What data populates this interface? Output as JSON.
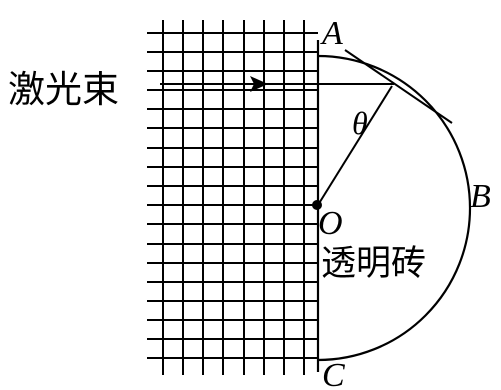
{
  "labels": {
    "laser_beam": "激光束",
    "point_a": "A",
    "point_b": "B",
    "point_c": "C",
    "point_o": "O",
    "angle_theta": "θ",
    "glass_brick": "透明砖"
  },
  "colors": {
    "ink": "#000000",
    "background": "#ffffff"
  }
}
